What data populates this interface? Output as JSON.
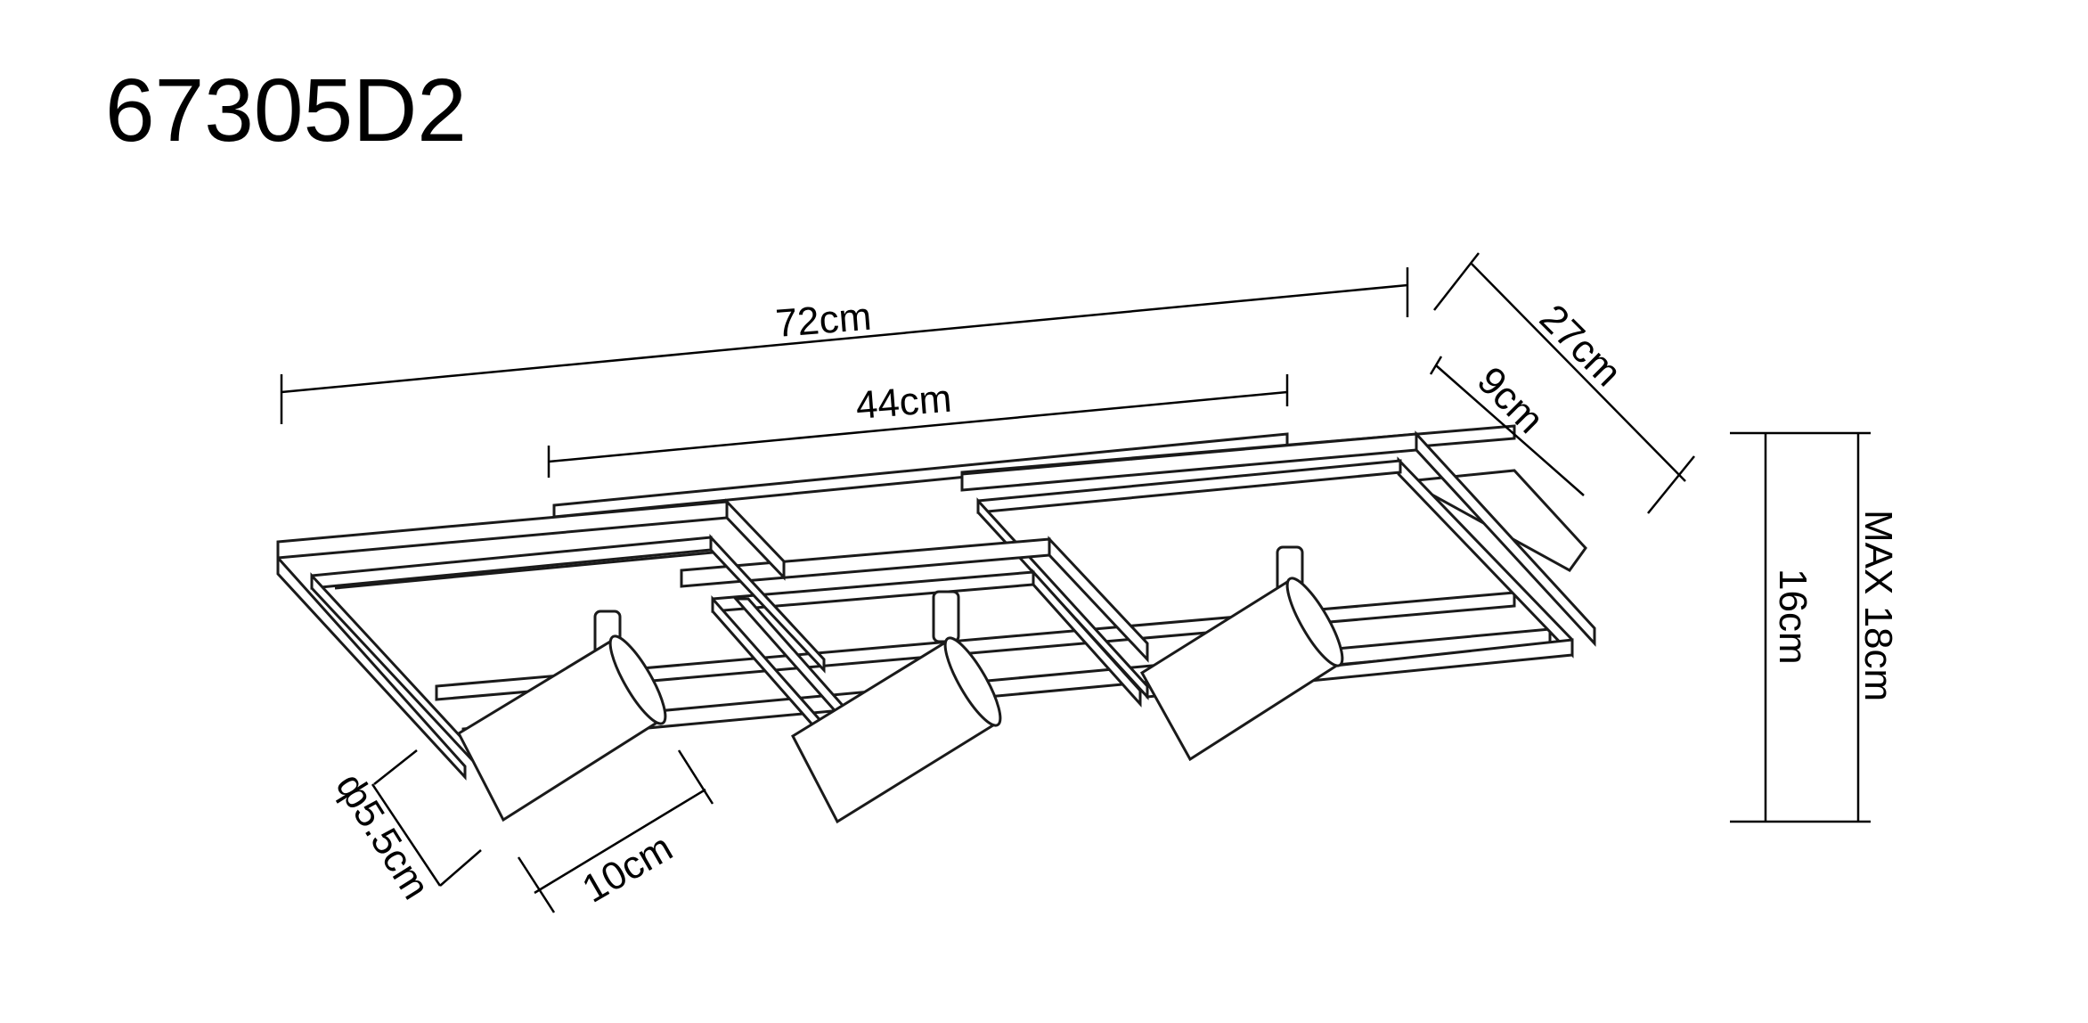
{
  "model_code": "67305D2",
  "dimensions": {
    "total_length": "72cm",
    "inner_length": "44cm",
    "depth": "27cm",
    "frame_depth": "9cm",
    "height": "16cm",
    "max_height": "MAX 18cm",
    "spot_diameter": "ф5.5cm",
    "spot_length": "10cm"
  }
}
